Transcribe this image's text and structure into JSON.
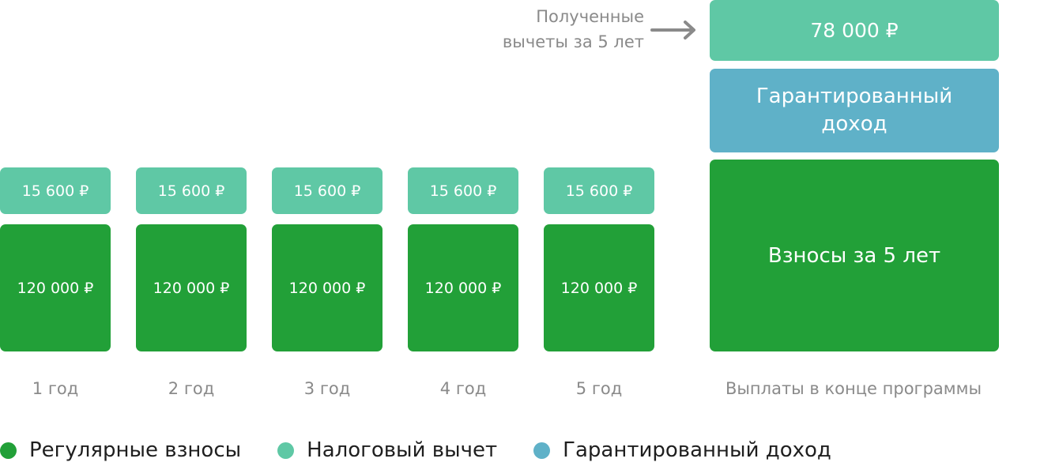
{
  "colors": {
    "regular_contributions": "#22a038",
    "tax_deduction": "#5fc8a5",
    "guaranteed_income": "#5fb1c8",
    "label_gray": "#8a8a8a",
    "text_dark": "#1f1f1f"
  },
  "annotation": {
    "line1": "Полученные",
    "line2": "вычеты за 5 лет",
    "arrow_icon": "arrow-right-icon"
  },
  "payout": {
    "deductions_total": "78 000 ₽",
    "guaranteed_income": "Гарантированный доход",
    "contributions_total": "Взносы за 5 лет",
    "label": "Выплаты в конце программы"
  },
  "legend": [
    {
      "label": "Регулярные взносы",
      "color": "#22a038"
    },
    {
      "label": "Налоговый вычет",
      "color": "#5fc8a5"
    },
    {
      "label": "Гарантированный доход",
      "color": "#5fb1c8"
    }
  ],
  "chart_data": {
    "type": "bar",
    "categories": [
      "1 год",
      "2 год",
      "3 год",
      "4 год",
      "5 год"
    ],
    "series": [
      {
        "name": "Регулярные взносы",
        "values": [
          120000,
          120000,
          120000,
          120000,
          120000
        ],
        "labels": [
          "120 000 ₽",
          "120 000 ₽",
          "120 000 ₽",
          "120 000 ₽",
          "120 000 ₽"
        ]
      },
      {
        "name": "Налоговый вычет",
        "values": [
          15600,
          15600,
          15600,
          15600,
          15600
        ],
        "labels": [
          "15 600 ₽",
          "15 600 ₽",
          "15 600 ₽",
          "15 600 ₽",
          "15 600 ₽"
        ]
      }
    ],
    "stacked": true
  }
}
